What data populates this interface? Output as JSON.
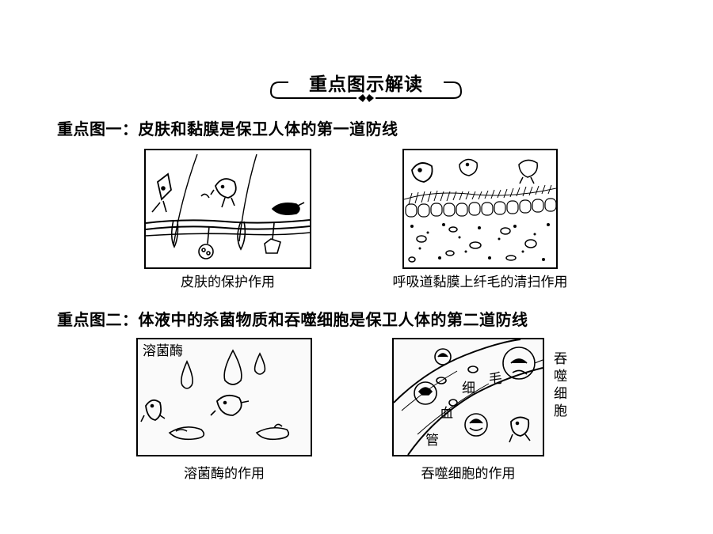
{
  "banner": {
    "title": "重点图示解读"
  },
  "section1": {
    "heading": "重点图一：皮肤和黏膜是保卫人体的第一道防线",
    "panels": [
      {
        "caption": "皮肤的保护作用"
      },
      {
        "caption": "呼吸道黏膜上纤毛的清扫作用"
      }
    ]
  },
  "section2": {
    "heading": "重点图二：体液中的杀菌物质和吞噬细胞是保卫人体的第二道防线",
    "panels": [
      {
        "caption": "溶菌酶的作用",
        "label": "溶菌酶"
      },
      {
        "caption": "吞噬细胞的作用",
        "vessel_label": [
          "毛",
          "细",
          "血",
          "管"
        ],
        "cell_label": [
          "吞",
          "噬",
          "细",
          "胞"
        ]
      }
    ]
  }
}
